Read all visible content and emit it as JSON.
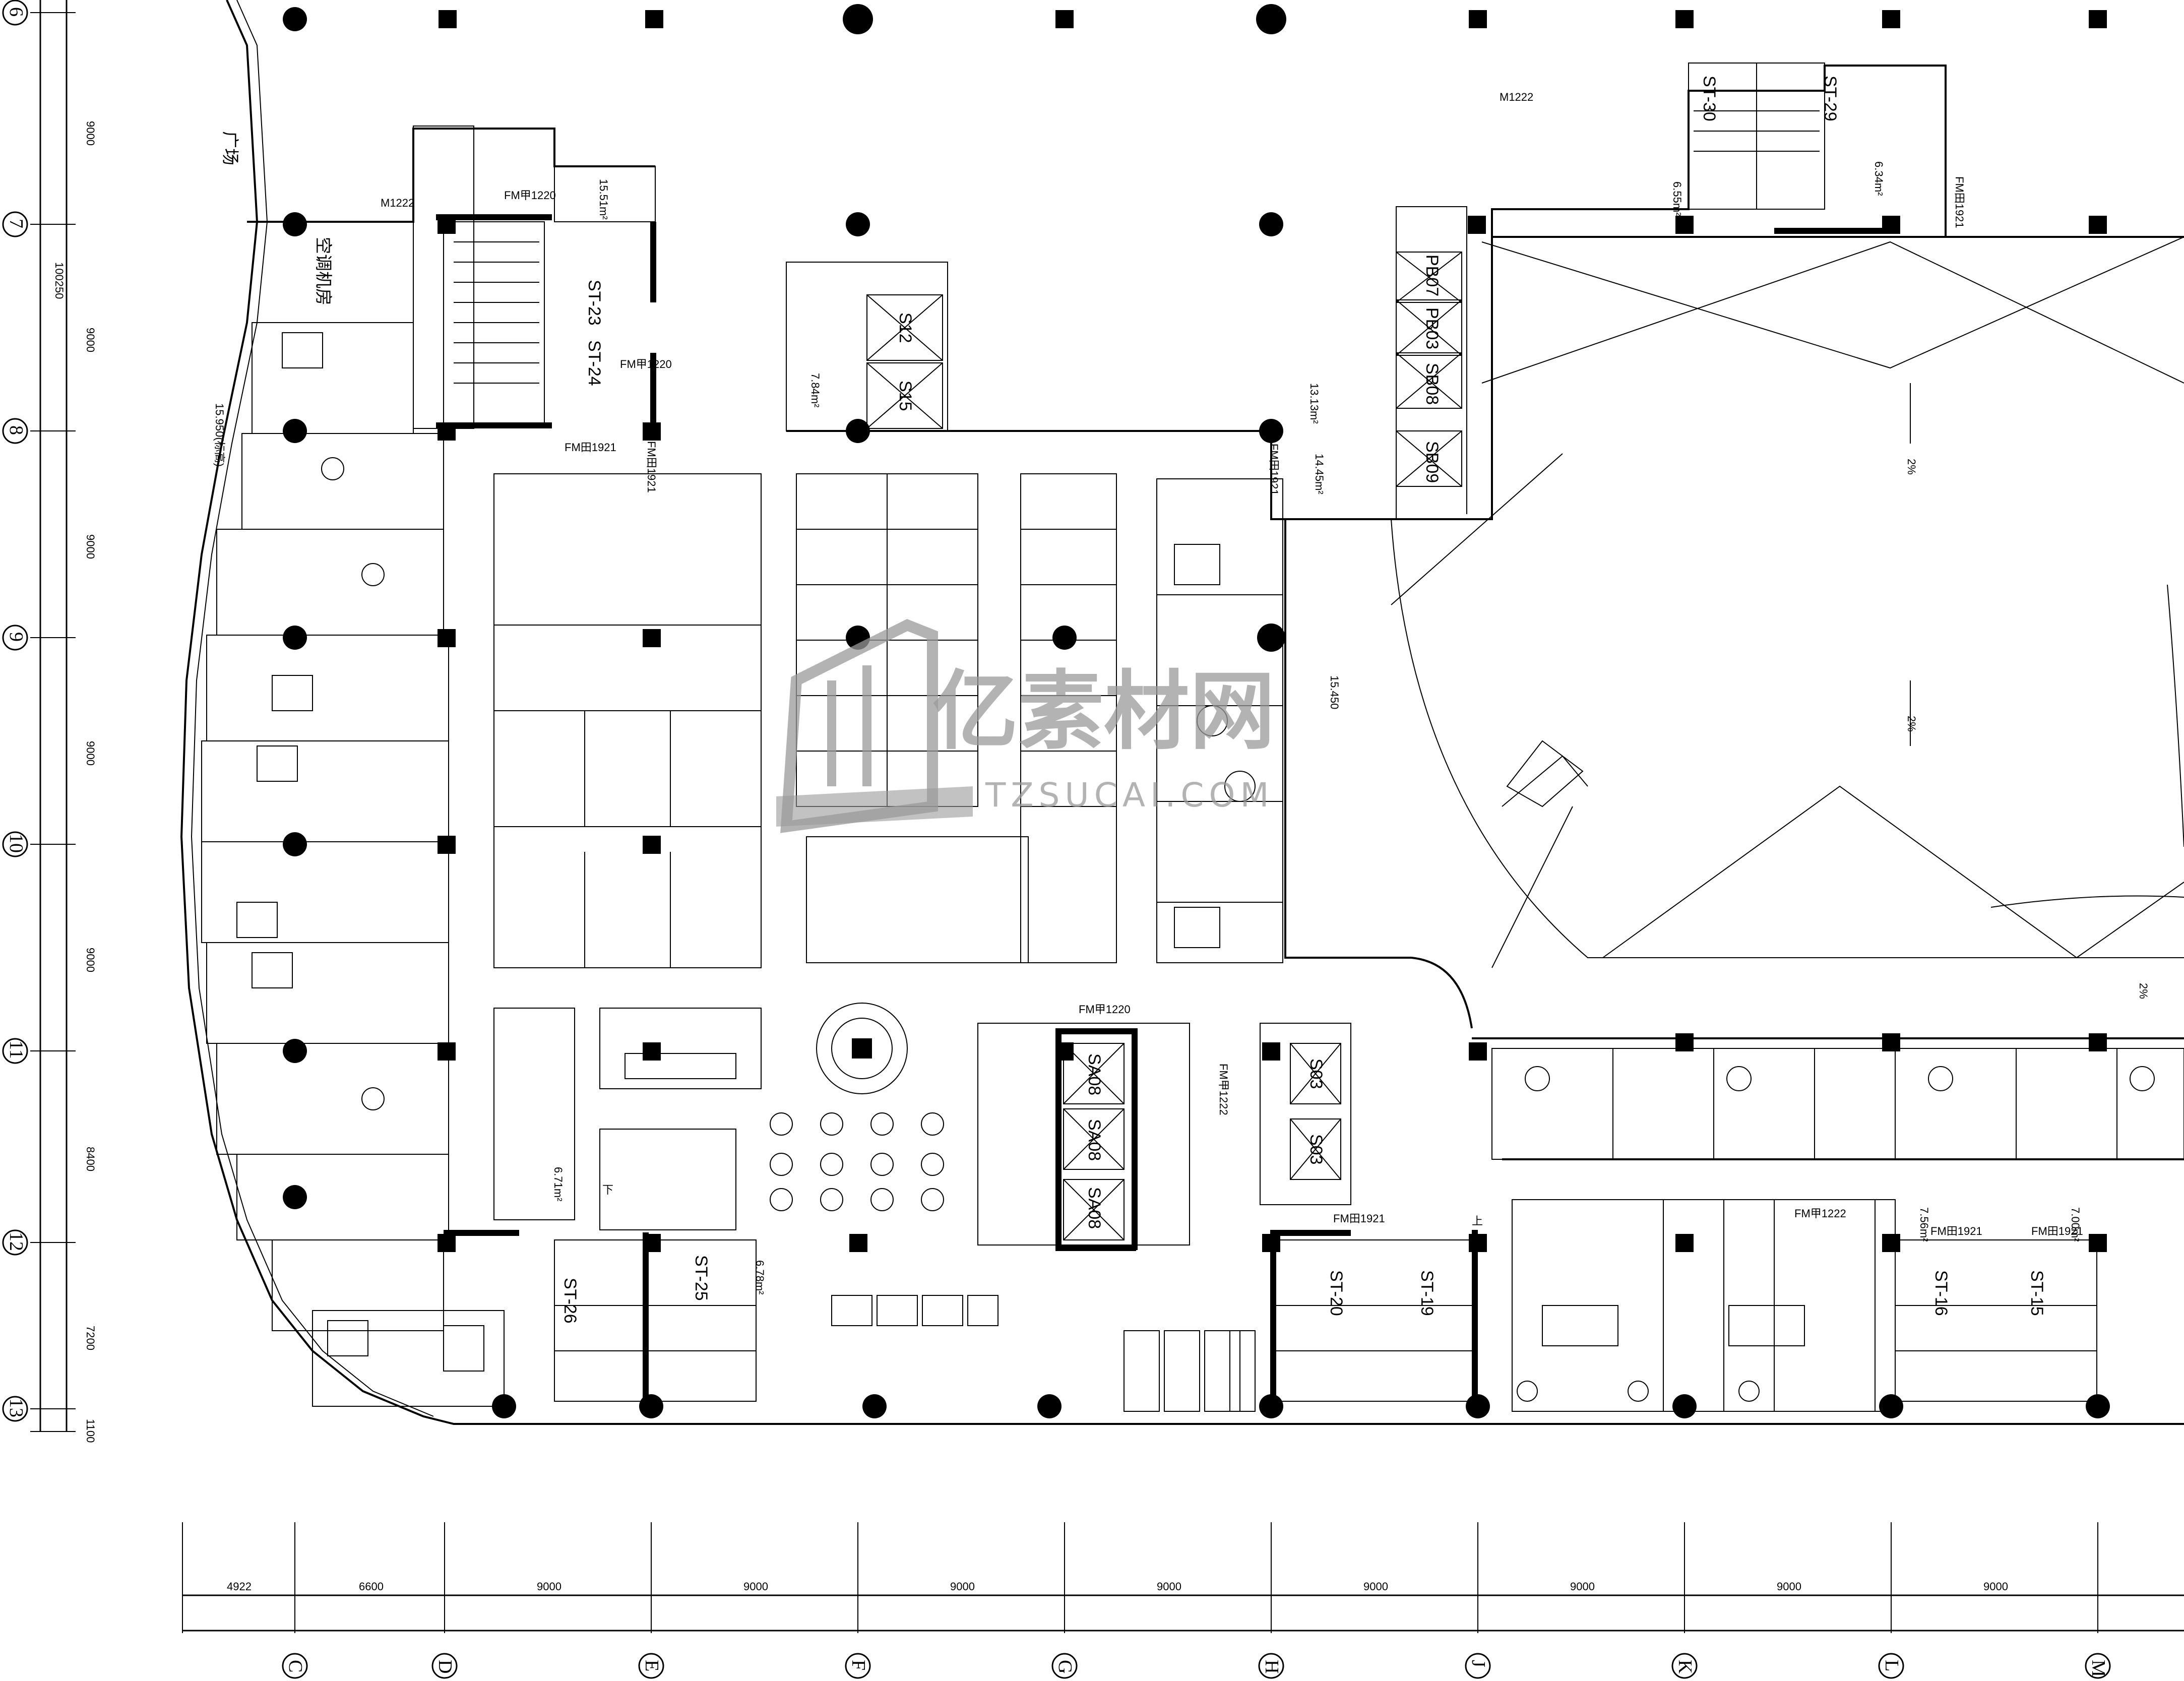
{
  "drawing": {
    "row_axes": [
      "6",
      "7",
      "8",
      "9",
      "10",
      "11",
      "12",
      "13"
    ],
    "column_axes": [
      "C",
      "D",
      "E",
      "F",
      "G",
      "H",
      "J",
      "K",
      "L",
      "M"
    ],
    "left_dimensions": [
      "9000",
      "9000",
      "9000",
      "9000",
      "9000",
      "8400",
      "7200",
      "1100"
    ],
    "left_total": "100250",
    "bottom_dimensions": [
      "4922",
      "6600",
      "9000",
      "9000",
      "9000",
      "9000",
      "9000",
      "9000",
      "9000",
      "9000"
    ],
    "stair_labels": [
      "ST-23",
      "ST-24",
      "ST-25",
      "ST-26",
      "ST-20",
      "ST-19",
      "ST-16",
      "ST-15",
      "ST-30",
      "ST-29"
    ],
    "elevator_labels": [
      "S12",
      "S15",
      "PB07",
      "PB03",
      "SB08",
      "SB09",
      "S03",
      "S03",
      "SA08",
      "SA08",
      "SA08"
    ],
    "door_labels": [
      "FM甲1220",
      "M1222",
      "FM甲1220",
      "FM田1921",
      "FM田1921",
      "M1222",
      "FM甲1220",
      "FM甲1222",
      "FM田1921",
      "FM甲1222",
      "FM田1921",
      "FM田1921",
      "FM田1921",
      "FM田1921"
    ],
    "area_labels": [
      "15.51m²",
      "7.84m²",
      "13.13m²",
      "14.45m²",
      "6.55m²",
      "6.71m²",
      "6.78m²",
      "7.56m²",
      "7.00m²",
      "6.34m²"
    ],
    "level_labels": [
      "15.950(标高)",
      "15.450"
    ],
    "misc_labels": [
      "空调机房",
      "广场",
      "2%",
      "2%",
      "2%",
      "下",
      "上"
    ]
  },
  "watermark": {
    "logo_text": "亿素材网",
    "site_text": "TZSUCAI.COM"
  },
  "colors": {
    "line": "#000000",
    "background": "#ffffff",
    "watermark": "#9a9a9a"
  }
}
